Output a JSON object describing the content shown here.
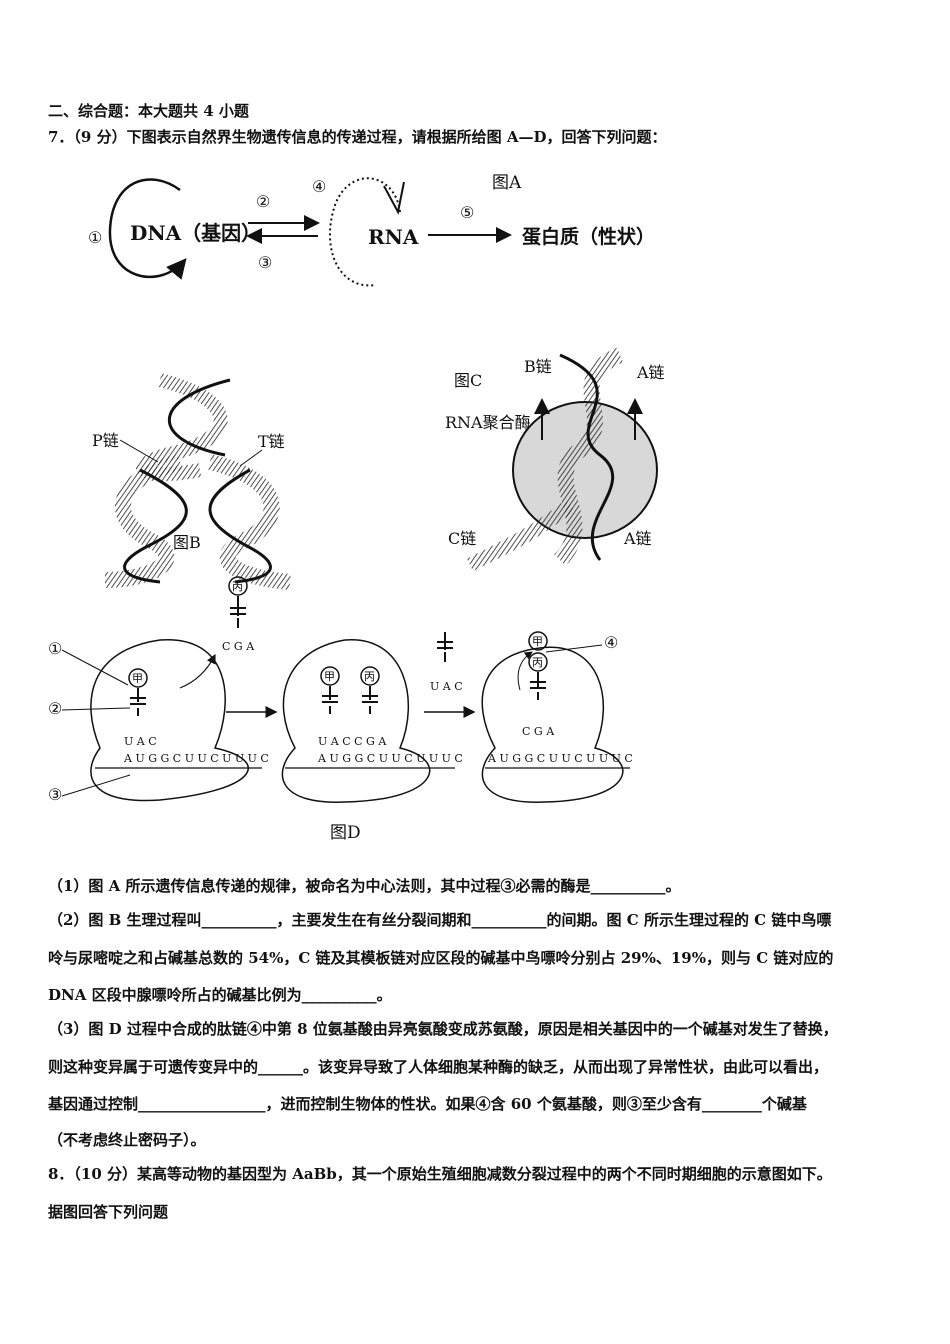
{
  "section_heading": "二、综合题：本大题共 4 小题",
  "q7": {
    "header": "7．（9 分）下图表示自然界生物遗传信息的传递过程，请根据所给图 A—D，回答下列问题：",
    "figA": {
      "title": "图A",
      "dna": "DNA（基因）",
      "rna": "RNA",
      "protein": "蛋白质（性状）",
      "marks": [
        "①",
        "②",
        "③",
        "④",
        "⑤"
      ]
    },
    "figB": {
      "title": "图B",
      "p_chain": "P链",
      "t_chain": "T链"
    },
    "figC": {
      "title": "图C",
      "b_chain": "B链",
      "a_chain_top": "A链",
      "rna_pol": "RNA聚合酶",
      "c_chain": "C链",
      "a_chain_bottom": "A链"
    },
    "figD": {
      "title": "图D",
      "marks": [
        "①",
        "②",
        "③",
        "④"
      ],
      "jia": "甲",
      "bing": "丙",
      "anticodon_cga": "C G A",
      "anticodon_uac": "U A C",
      "anticodons_uaccga": "U A C C G A",
      "mrna": "A U G G C U U C U U U C"
    },
    "sub1": "（1）图 A 所示遗传信息传递的规律，被命名为中心法则，其中过程③必需的酶是__________。",
    "sub2_line1": "（2）图 B 生理过程叫__________，主要发生在有丝分裂间期和__________的间期。图 C 所示生理过程的 C 链中鸟嘌",
    "sub2_line2": "呤与尿嘧啶之和占碱基总数的 54%，C 链及其模板链对应区段的碱基中鸟嘌呤分别占 29%、19%，则与 C 链对应的",
    "sub2_line3": "DNA 区段中腺嘌呤所占的碱基比例为__________。",
    "sub3_line1": "（3）图 D 过程中合成的肽链④中第 8 位氨基酸由异亮氨酸变成苏氨酸，原因是相关基因中的一个碱基对发生了替换，",
    "sub3_line2": "则这种变异属于可遗传变异中的______。该变异导致了人体细胞某种酶的缺乏，从而出现了异常性状，由此可以看出，",
    "sub3_line3": "基因通过控制_________________，进而控制生物体的性状。如果④含 60 个氨基酸，则③至少含有________个碱基",
    "sub3_line4": "（不考虑终止密码子）。"
  },
  "q8": {
    "line1": "8．（10 分）某高等动物的基因型为 AaBb，其一个原始生殖细胞减数分裂过程中的两个不同时期细胞的示意图如下。",
    "line2": "据图回答下列问题"
  }
}
